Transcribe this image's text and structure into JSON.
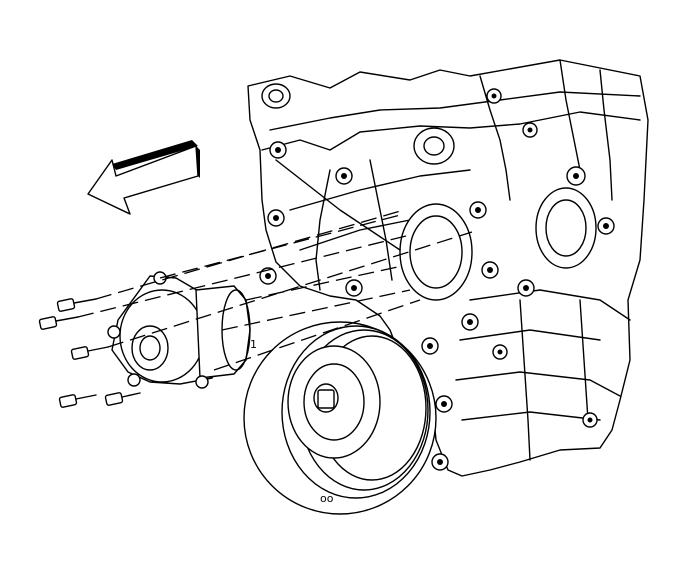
{
  "diagram": {
    "callouts": [
      {
        "id": "callout-1",
        "text": "1"
      },
      {
        "id": "callout-o",
        "text": "oo"
      }
    ],
    "arrow": {
      "direction": "left"
    },
    "colors": {
      "line": "#000000",
      "background": "#ffffff"
    }
  }
}
